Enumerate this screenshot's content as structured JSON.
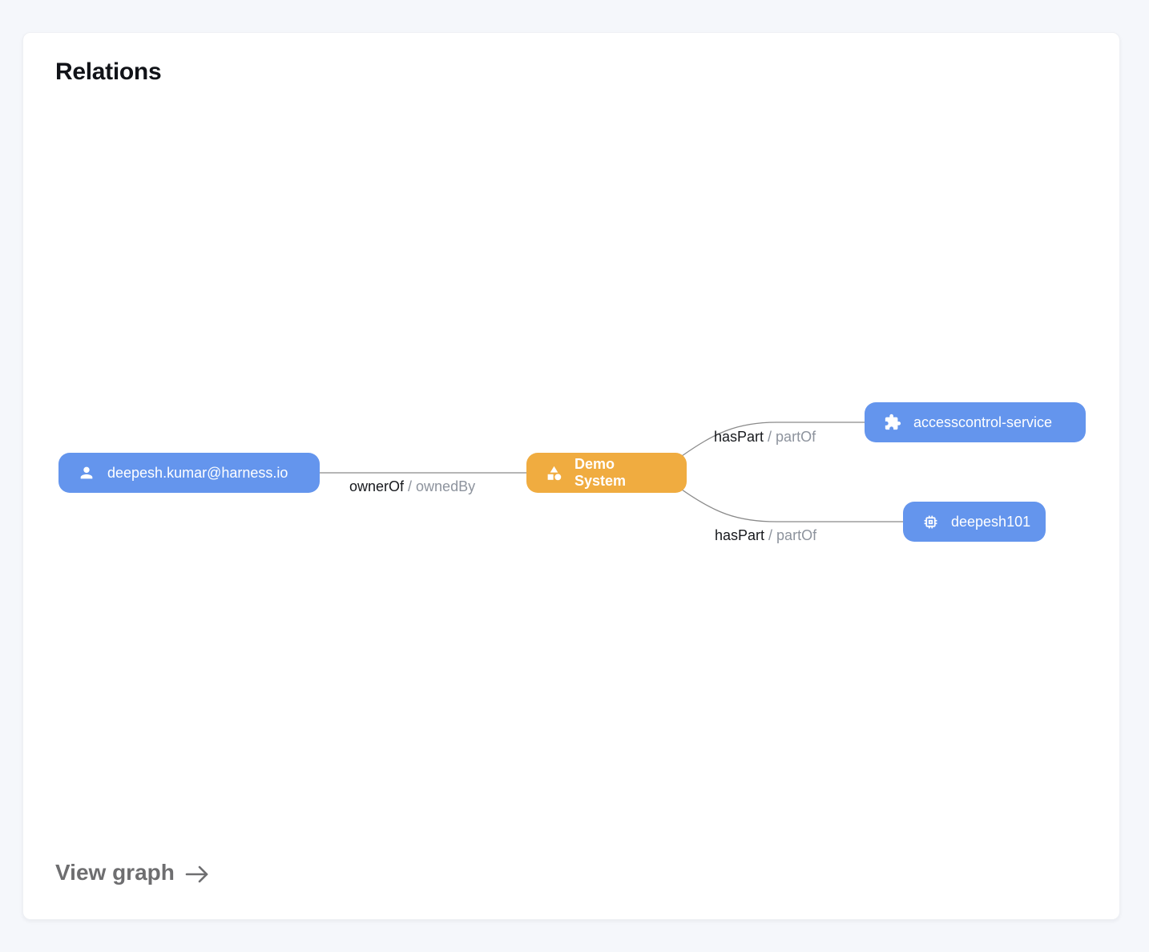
{
  "page": {
    "background_color": "#f5f7fb"
  },
  "card": {
    "title": "Relations",
    "footer": {
      "label": "View graph",
      "icon": "arrow-right-icon"
    }
  },
  "graph": {
    "edge_color": "#8a8a8a",
    "nodes": [
      {
        "id": "user",
        "label": "deepesh.kumar@harness.io",
        "icon": "person-icon",
        "color": "#6495ED",
        "text_color": "#FFFFFF"
      },
      {
        "id": "demo-system",
        "label": "Demo System",
        "icon": "category-icon",
        "color": "#F0AC40",
        "text_color": "#FFFFFF"
      },
      {
        "id": "accesscontrol-service",
        "label": "accesscontrol-service",
        "icon": "extension-icon",
        "color": "#6495ED",
        "text_color": "#FFFFFF"
      },
      {
        "id": "deepesh101",
        "label": "deepesh101",
        "icon": "memory-icon",
        "color": "#6495ED",
        "text_color": "#FFFFFF"
      }
    ],
    "edges": [
      {
        "from": "user",
        "to": "demo-system",
        "label_primary": "ownerOf",
        "label_secondary": "/ ownedBy"
      },
      {
        "from": "demo-system",
        "to": "accesscontrol-service",
        "label_primary": "hasPart",
        "label_secondary": "/ partOf"
      },
      {
        "from": "demo-system",
        "to": "deepesh101",
        "label_primary": "hasPart",
        "label_secondary": "/ partOf"
      }
    ]
  }
}
